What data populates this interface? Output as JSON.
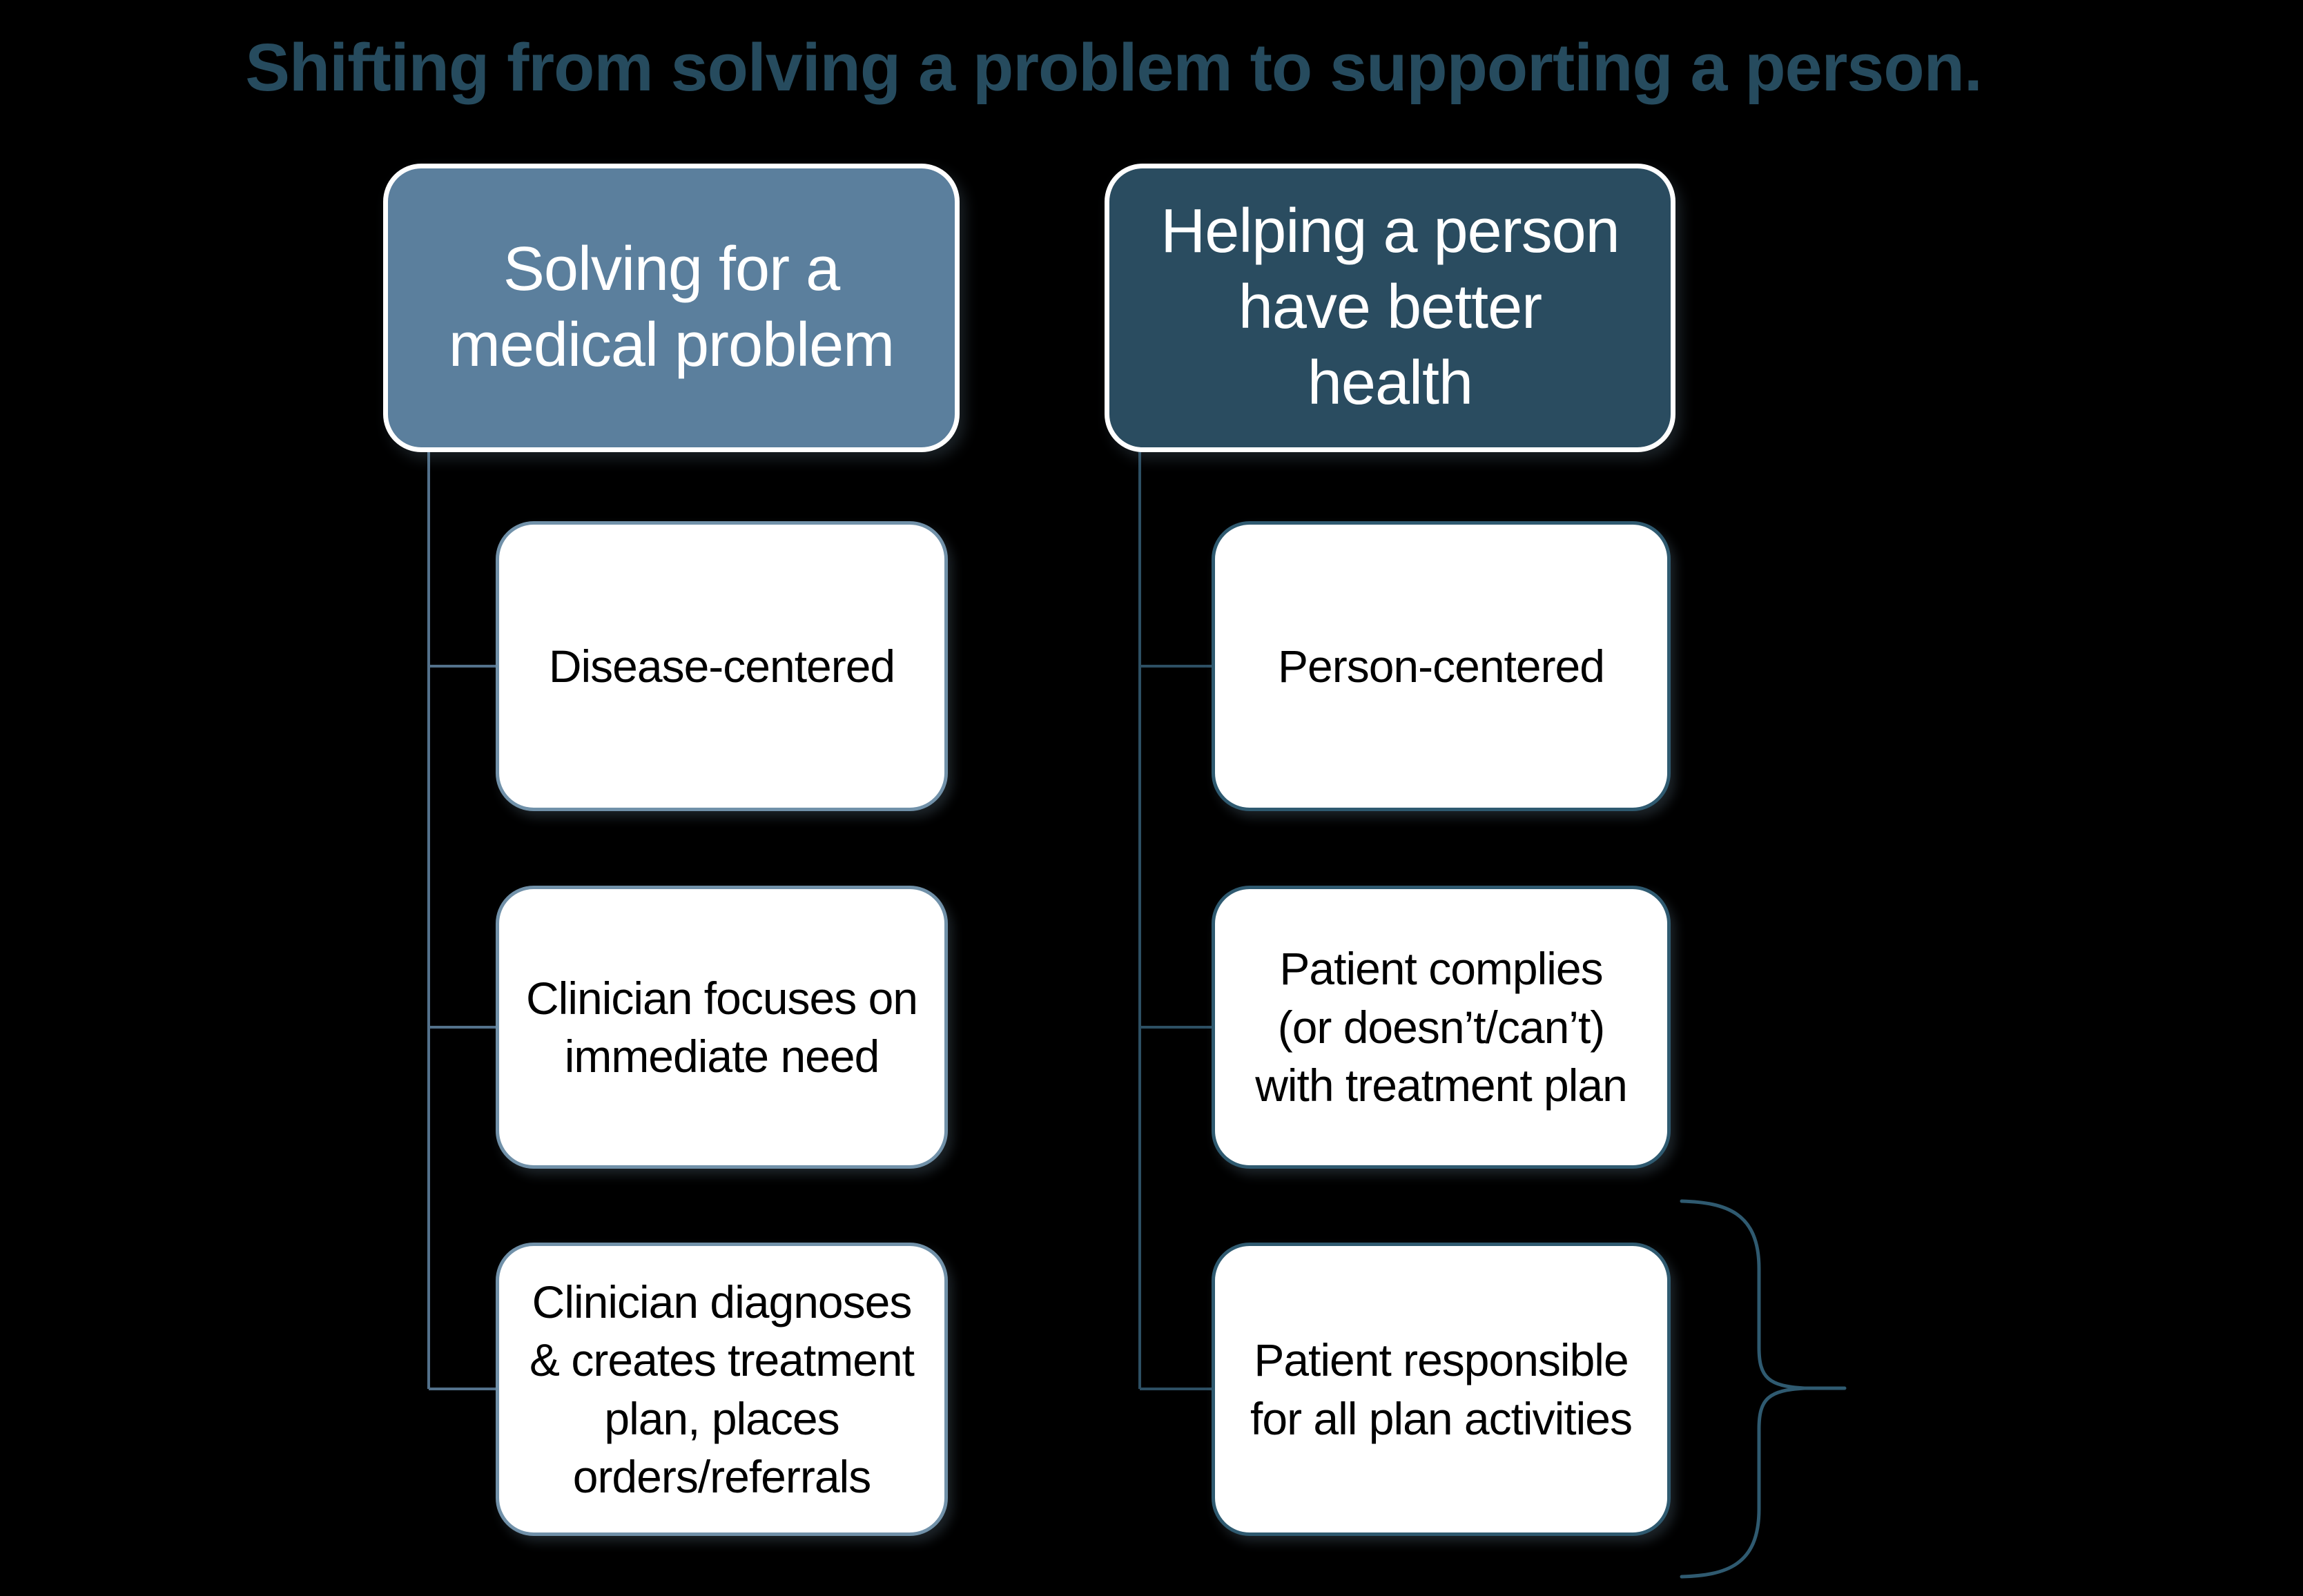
{
  "title": "Shifting from solving a problem to supporting a person.",
  "colors": {
    "background": "#000000",
    "title_text": "#264b5e",
    "left_header_fill": "#5b7f9d",
    "right_header_fill": "#2a4c60",
    "left_box_border": "#7191a9",
    "right_box_border": "#2f5a70",
    "left_connector": "#53718b",
    "right_connector": "#2d4f63",
    "brace": "#2f5a70",
    "box_fill": "#ffffff",
    "box_text": "#000000",
    "header_text": "#ffffff"
  },
  "columns": [
    {
      "id": "solving-problem",
      "header": [
        "Solving for a",
        "medical problem"
      ],
      "items": [
        [
          "Disease-centered"
        ],
        [
          "Clinician focuses on",
          "immediate need"
        ],
        [
          "Clinician diagnoses",
          "& creates treatment",
          "plan, places",
          "orders/referrals"
        ]
      ]
    },
    {
      "id": "helping-person",
      "header": [
        "Helping a person",
        "have better",
        "health"
      ],
      "items": [
        [
          "Person-centered"
        ],
        [
          "Patient complies",
          "(or doesn’t/can’t)",
          "with treatment plan"
        ],
        [
          "Patient responsible",
          "for all plan activities"
        ]
      ]
    }
  ]
}
